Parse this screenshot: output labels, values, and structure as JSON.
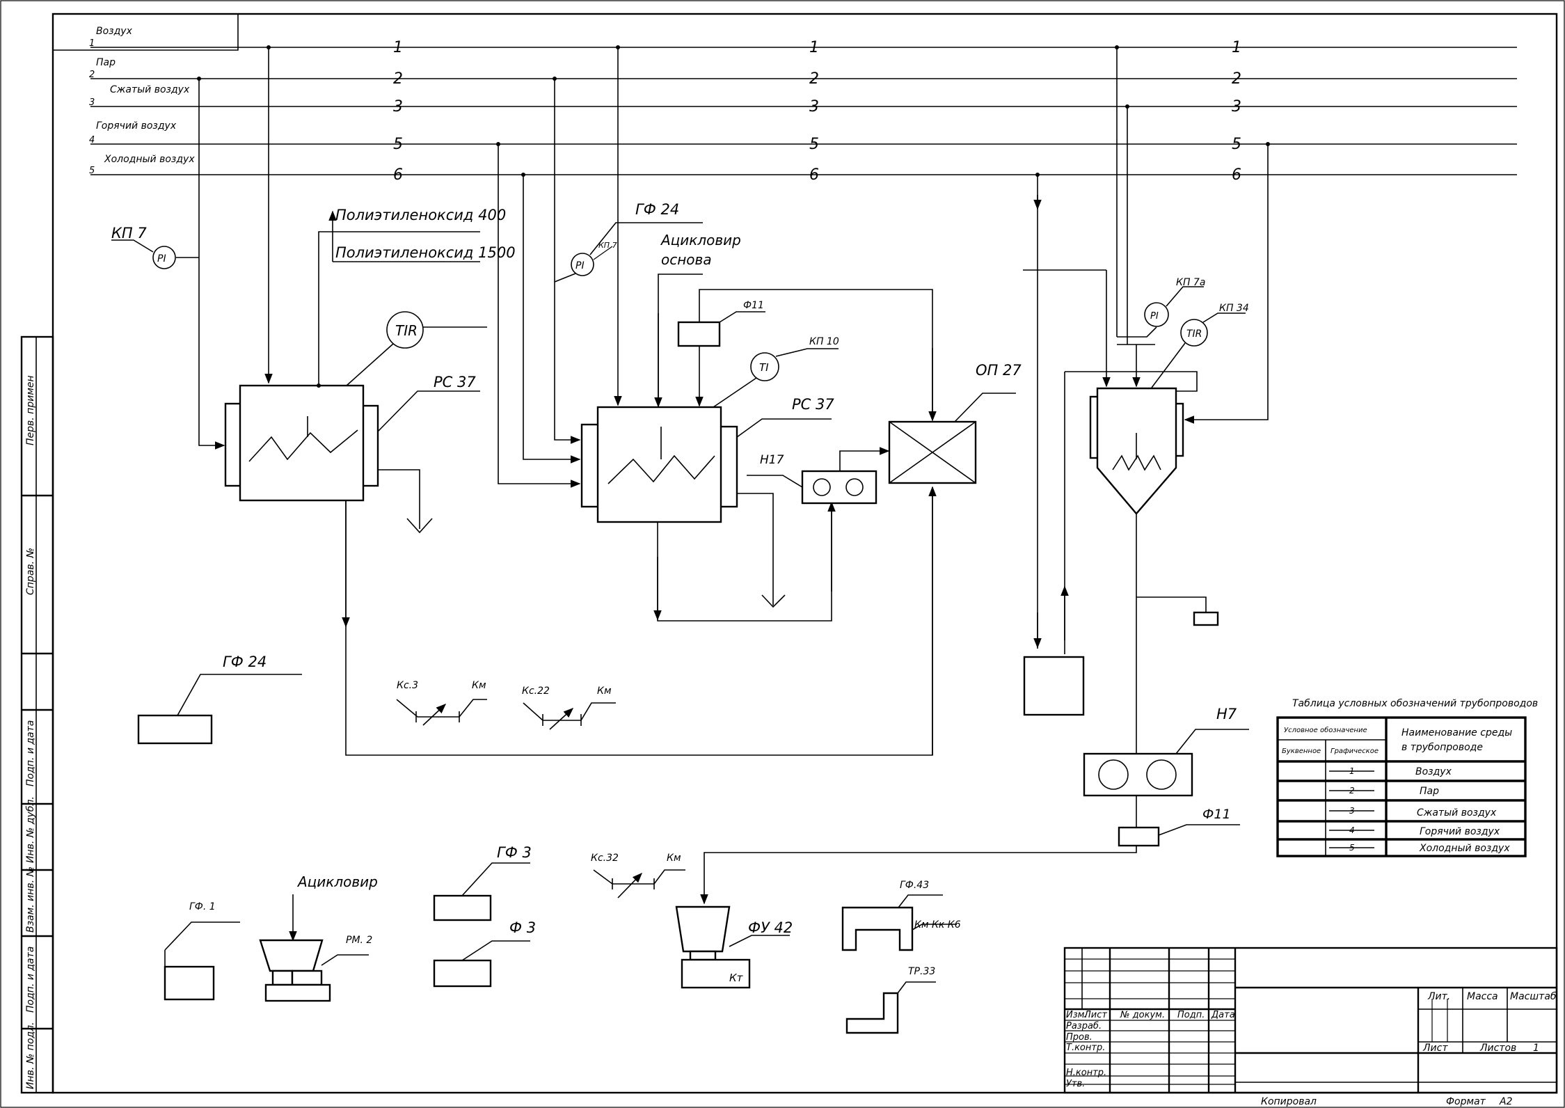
{
  "lines": [
    {
      "num": "1",
      "label": "Воздух",
      "row_no": "1",
      "mark": "1"
    },
    {
      "num": "2",
      "label": "Пар",
      "row_no": "2",
      "mark": "2"
    },
    {
      "num": "3",
      "label": "Сжатый воздух",
      "row_no": "3",
      "mark": "3"
    },
    {
      "num": "4",
      "label": "Горячий воздух",
      "row_no": "4",
      "mark": "5"
    },
    {
      "num": "5",
      "label": "Холодный воздух",
      "row_no": "5",
      "mark": "6"
    }
  ],
  "labels": {
    "kp7": "КП 7",
    "pi": "PI",
    "peo400": "Полиэтиленоксид 400",
    "peo1500": "Полиэтиленоксид 1500",
    "tir": "TIR",
    "rs37a": "РС 37",
    "gf24a": "ГФ 24",
    "kp7small": "КП 7",
    "acyclovir_base_1": "Ацикловир",
    "acyclovir_base_2": "основа",
    "f11a": "Ф11",
    "kp10": "КП 10",
    "ti": "TI",
    "rs37b": "РС 37",
    "n17": "Н17",
    "op27": "ОП 27",
    "kp7a": "КП 7а",
    "kp34": "КП 34",
    "gf24b": "ГФ 24",
    "kc3": "Кс.3",
    "km1": "Км",
    "kc22": "Кс.22",
    "km2": "Км",
    "n7": "Н7",
    "f11b": "Ф11",
    "gf3": "ГФ 3",
    "f3": "Ф 3",
    "kc32": "Кс.32",
    "km3": "Км",
    "fu42": "ФУ 42",
    "kt": "Кт",
    "gf43": "ГФ.43",
    "kmkkk6": "Км Кк К6",
    "tr33": "ТР.33",
    "gf1": "ГФ. 1",
    "acyclovir": "Ацикловир",
    "rm2": "РМ. 2"
  },
  "legend": {
    "title": "Таблица условных обозначений трубопроводов",
    "h_conv": "Условное обозначение",
    "h_letter": "Буквенное",
    "h_graphic": "Графическое",
    "h_name_1": "Наименование среды",
    "h_name_2": "в трубопроводе",
    "rows": [
      {
        "code": "1",
        "name": "Воздух"
      },
      {
        "code": "2",
        "name": "Пар"
      },
      {
        "code": "3",
        "name": "Сжатый воздух"
      },
      {
        "code": "4",
        "name": "Горячий воздух"
      },
      {
        "code": "5",
        "name": "Холодный воздух"
      }
    ]
  },
  "side_stamp": [
    "Перв. примен",
    "Справ. №",
    "Подп. и дата",
    "Инв. № дубл.",
    "Взам. инв. №",
    "Подп. и дата",
    "Инв. № подл."
  ],
  "title_block": {
    "izm": "Изм.",
    "list": "Лист",
    "ndoc": "№ докум.",
    "podp": "Подп.",
    "data": "Дата",
    "razrab": "Разраб.",
    "prov": "Пров.",
    "tkontr": "Т.контр.",
    "nkontr": "Н.контр.",
    "utv": "Утв.",
    "lit": "Лит.",
    "massa": "Масса",
    "masshtab": "Масштаб",
    "sheet": "Лист",
    "sheets": "Листов",
    "sheets_count": "1",
    "copied": "Копировал",
    "format": "Формат",
    "format_value": "А2"
  }
}
